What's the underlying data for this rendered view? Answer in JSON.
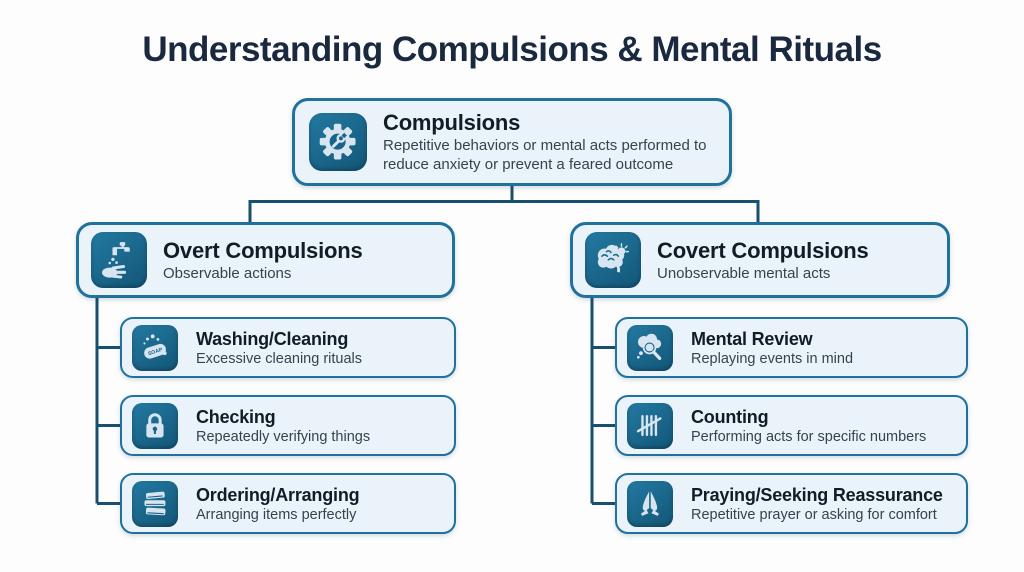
{
  "page": {
    "title": "Understanding Compulsions & Mental Rituals"
  },
  "root": {
    "title": "Compulsions",
    "description": "Repetitive behaviors or mental acts performed to reduce anxiety or prevent a feared outcome",
    "icon": "gear-wrench-icon"
  },
  "branches": [
    {
      "title": "Overt Compulsions",
      "subtitle": "Observable actions",
      "icon": "hand-washing-icon",
      "children": [
        {
          "title": "Washing/Cleaning",
          "subtitle": "Excessive cleaning rituals",
          "icon": "soap-icon"
        },
        {
          "title": "Checking",
          "subtitle": "Repeatedly verifying things",
          "icon": "lock-icon"
        },
        {
          "title": "Ordering/Arranging",
          "subtitle": "Arranging items perfectly",
          "icon": "books-icon"
        }
      ]
    },
    {
      "title": "Covert Compulsions",
      "subtitle": "Unobservable mental acts",
      "icon": "brain-icon",
      "children": [
        {
          "title": "Mental Review",
          "subtitle": "Replaying events in mind",
          "icon": "thought-magnifier-icon"
        },
        {
          "title": "Counting",
          "subtitle": "Performing acts for specific numbers",
          "icon": "tally-marks-icon"
        },
        {
          "title": "Praying/Seeking Reassurance",
          "subtitle": "Repetitive prayer or asking for comfort",
          "icon": "praying-hands-icon"
        }
      ]
    }
  ],
  "icons": {
    "soap_label": "SOAP"
  },
  "colors": {
    "card_border": "#20719b",
    "card_background": "#eaf3f9",
    "icon_tile": "#17638a",
    "connector": "#17516f",
    "title_text": "#1b2940",
    "heading_text": "#121c26",
    "subtitle_text": "#36424e"
  }
}
